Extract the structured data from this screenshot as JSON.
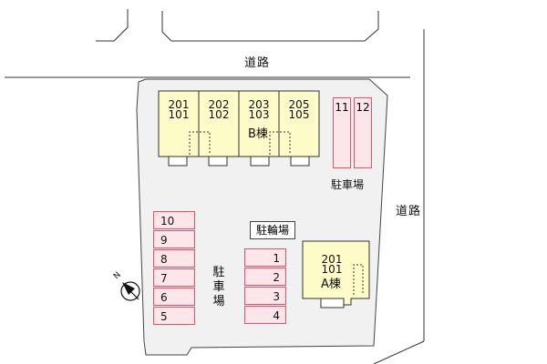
{
  "roads": {
    "top_label": "道路",
    "right_label": "道路"
  },
  "building_b": {
    "wing_label": "B棟",
    "units": [
      {
        "upper": "201",
        "lower": "101"
      },
      {
        "upper": "202",
        "lower": "102"
      },
      {
        "upper": "203",
        "lower": "103"
      },
      {
        "upper": "205",
        "lower": "105"
      }
    ]
  },
  "building_a": {
    "wing_label": "A棟",
    "unit": {
      "upper": "201",
      "lower": "101"
    }
  },
  "parking_top_right": {
    "label": "駐車場",
    "slots": [
      "11",
      "12"
    ]
  },
  "parking_left": {
    "label_chars": [
      "駐",
      "車",
      "場"
    ],
    "slots": [
      "10",
      "9",
      "8",
      "7",
      "6",
      "5"
    ]
  },
  "parking_center": {
    "slots": [
      "1",
      "2",
      "3",
      "4"
    ]
  },
  "bicycle_parking": {
    "label": "駐輪場"
  },
  "compass": {
    "letter": "N",
    "icon": "north-arrow-icon"
  },
  "colors": {
    "building_fill": "#fdfbc8",
    "parking_fill": "#fde6ea",
    "parking_border": "#e4506a",
    "site_fill": "#f1f1f1"
  }
}
